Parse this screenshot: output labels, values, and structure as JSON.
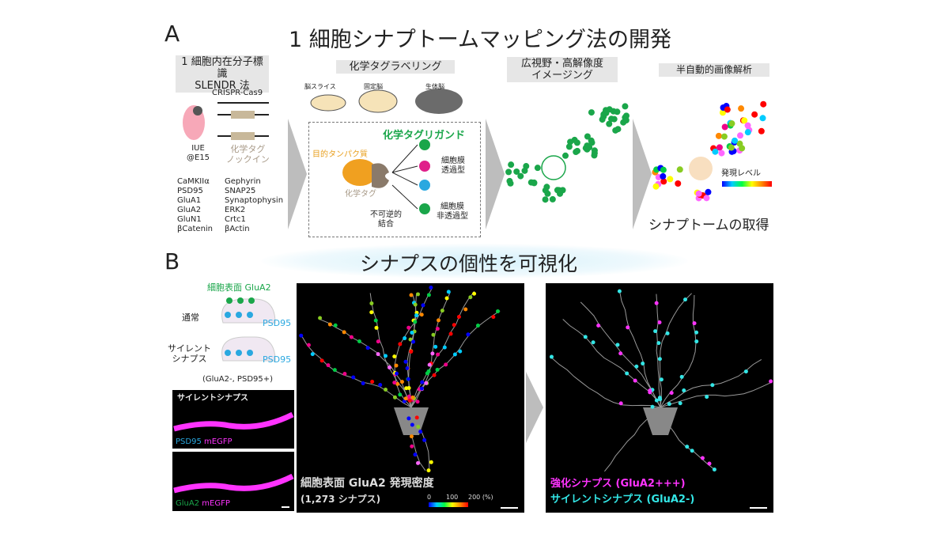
{
  "panel_a": {
    "letter": "A",
    "title": "1 細胞シナプトームマッピング法の開発",
    "step1": {
      "header_line1": "1 細胞内在分子標識",
      "header_line2": "SLENDR 法",
      "crispr": "CRISPR-Cas9",
      "iue_line1": "IUE",
      "iue_line2": "@E15",
      "knockin_line1": "化学タグ",
      "knockin_line2": "ノックイン",
      "targets_col1": [
        "CaMKIIα",
        "PSD95",
        "GluA1",
        "GluA2",
        "GluN1",
        "βCatenin"
      ],
      "targets_col2": [
        "Gephyrin",
        "SNAP25",
        "Synaptophysin",
        "ERK2",
        "Crtc1",
        "βActin"
      ]
    },
    "step2": {
      "header": "化学タグラベリング",
      "samples": [
        "脳スライス",
        "固定脳",
        "生体脳"
      ],
      "ligand_title": "化学タグリガンド",
      "target_protein": "目的タンパク質",
      "chem_tag": "化学タグ",
      "permeable_line1": "細胞膜",
      "permeable_line2": "透過型",
      "impermeable_line1": "細胞膜",
      "impermeable_line2": "非透過型",
      "irreversible_line1": "不可逆的",
      "irreversible_line2": "結合"
    },
    "step3": {
      "header_line1": "広視野・高解像度",
      "header_line2": "イメージング"
    },
    "step4": {
      "header": "半自動的画像解析",
      "legend": "発現レベル",
      "result": "シナプトームの取得"
    }
  },
  "panel_b": {
    "letter": "B",
    "title": "シナプスの個性を可視化",
    "schematic": {
      "surface_label": "細胞表面 GluA2",
      "normal": "通常",
      "psd95": "PSD95",
      "silent_line1": "サイレント",
      "silent_line2": "シナプス",
      "silent_note": "(GluA2-, PSD95+)"
    },
    "micro_top": {
      "arrow_label": "サイレントシナプス",
      "channel1": "PSD95",
      "channel2": "mEGFP"
    },
    "micro_bottom": {
      "channel1": "GluA2",
      "channel2": "mEGFP"
    },
    "density_image": {
      "caption_line1": "細胞表面 GluA2 発現密度",
      "caption_line2": "(1,273 シナプス)",
      "scale_ticks": [
        "0",
        "100",
        "200 (%)"
      ]
    },
    "classified_image": {
      "strong_label": "強化シナプス (GluA2+++)",
      "silent_label": "サイレントシナプス (GluA2-)"
    }
  },
  "colors": {
    "ligand_green": "#1aa64a",
    "psd95_blue": "#2aa8e0",
    "magenta": "#ff33ff",
    "cyan": "#33e6e6",
    "tag_brown": "#8a7a6a",
    "protein_orange": "#f0a020"
  }
}
